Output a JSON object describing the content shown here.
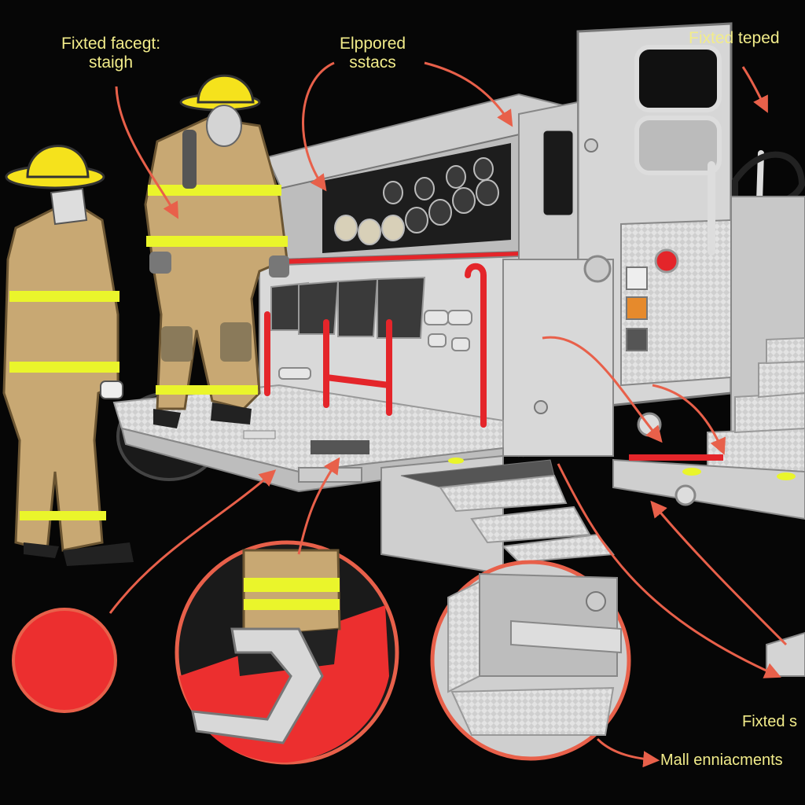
{
  "labels": {
    "top_left": [
      "Fixted facegt:",
      "staigh"
    ],
    "top_center": [
      "Elppored",
      "sstacs"
    ],
    "top_right": "Fixted teped",
    "bottom_right_1": "Fixted s",
    "bottom_right_2": "Mall enniacments"
  },
  "colors": {
    "background": "#060606",
    "label_text": "#f2ec8a",
    "callout_arrow": "#e8604a",
    "truck_body": "#d6d6d6",
    "accent_red": "#e4252a",
    "turnout_gear": "#c8a873",
    "reflective_stripe": "#eaf52b",
    "helmet": "#f5e21c"
  },
  "icons": [
    "firefighter-figure",
    "fire-truck-illustration",
    "callout-arrow",
    "magnifier-circle"
  ]
}
